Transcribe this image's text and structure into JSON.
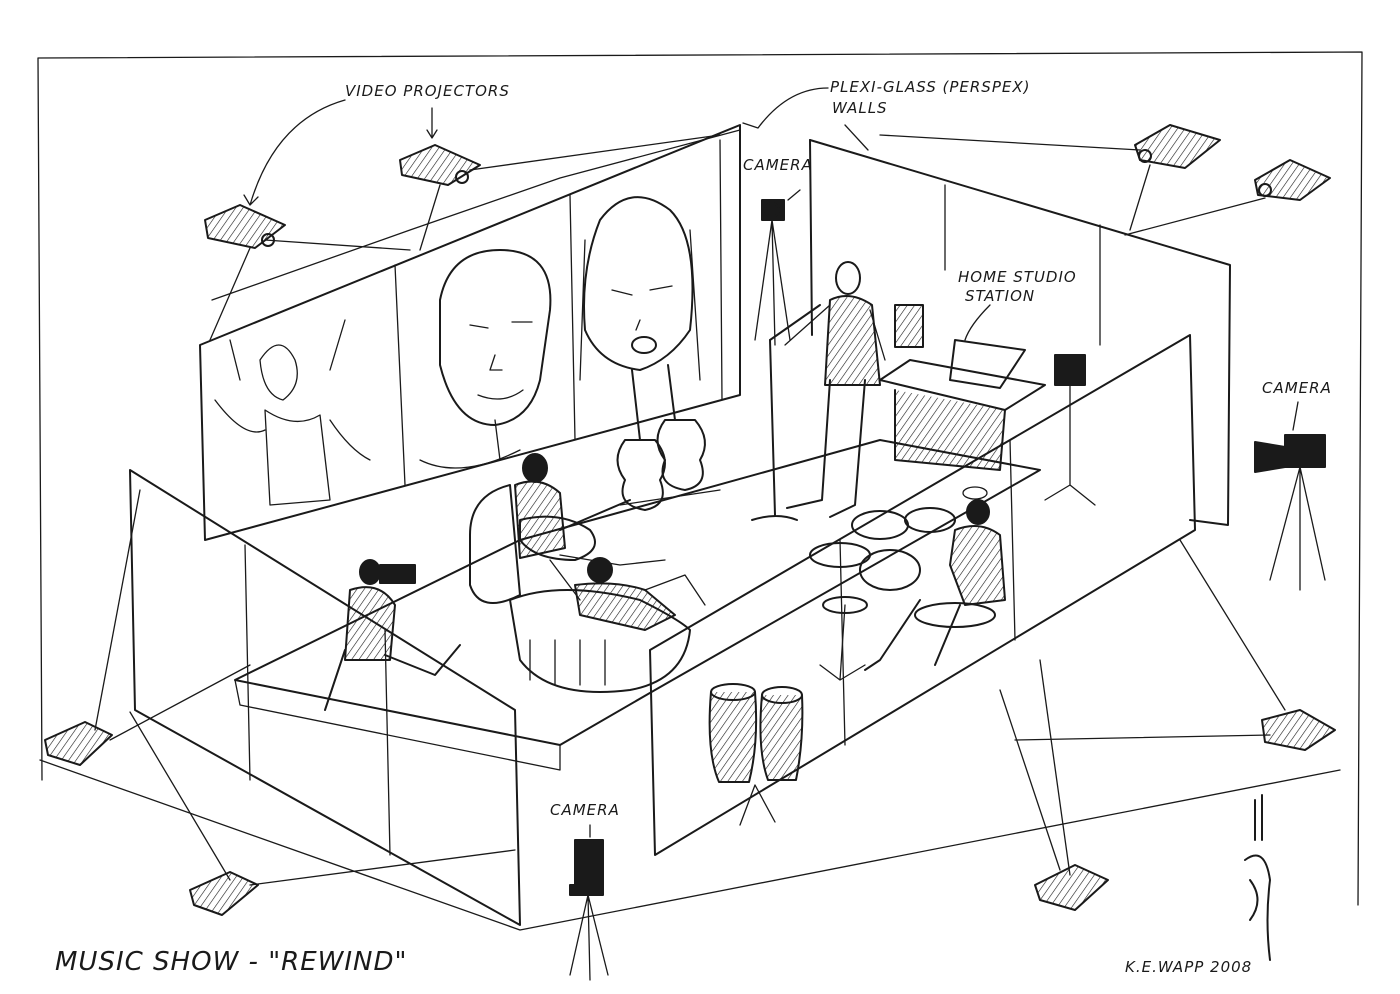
{
  "labels": {
    "video_projectors": "VIDEO PROJECTORS",
    "plexi_glass_line1": "PLEXI-GLASS (PERSPEX)",
    "plexi_glass_line2": "WALLS",
    "camera_top": "CAMERA",
    "camera_right": "CAMERA",
    "camera_bottom": "CAMERA",
    "home_studio_line1": "HOME STUDIO",
    "home_studio_line2": "STATION"
  },
  "footer": {
    "title": "MUSIC SHOW - \"REWIND\"",
    "signature": "K.E.WAPP 2008"
  },
  "colors": {
    "ink": "#1a1a1a",
    "paper": "#ffffff"
  }
}
